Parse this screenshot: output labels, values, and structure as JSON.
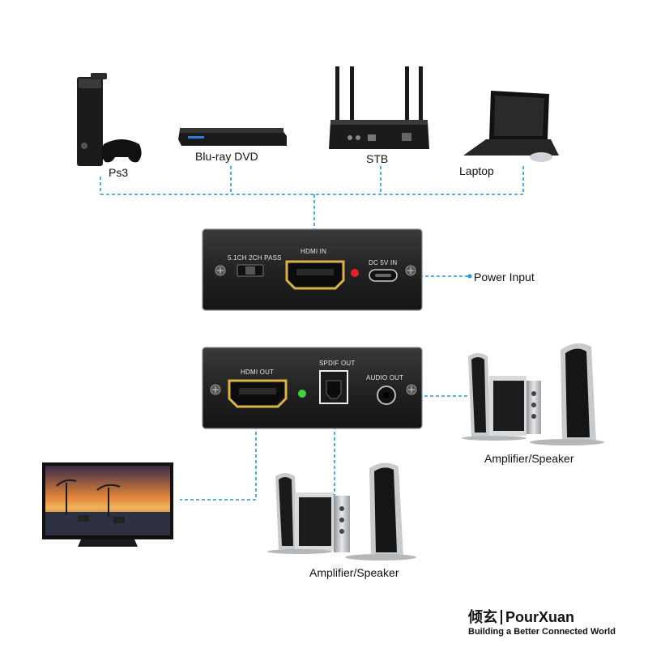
{
  "sources": [
    {
      "name": "ps3",
      "label": "Ps3"
    },
    {
      "name": "bluray",
      "label": "Blu-ray DVD"
    },
    {
      "name": "stb",
      "label": "STB"
    },
    {
      "name": "laptop",
      "label": "Laptop"
    }
  ],
  "input_panel": {
    "switch_label": "5.1CH 2CH PASS",
    "hdmi_in_label": "HDMI IN",
    "dc_label": "DC 5V IN",
    "power_label": "Power Input"
  },
  "output_panel": {
    "hdmi_out_label": "HDMI OUT",
    "spdif_label": "SPDIF OUT",
    "audio_out_label": "AUDIO OUT"
  },
  "outputs": {
    "speaker_right_label": "Amplifier/Speaker",
    "speaker_bottom_label": "Amplifier/Speaker"
  },
  "brand": {
    "chinese": "倾玄",
    "name": "PourXuan",
    "tagline": "Building a Better Connected World"
  },
  "colors": {
    "connector_line": "#1f9ad6",
    "panel": "#2a2a2a",
    "hdmi_gold": "#d9b24a",
    "led_red": "#e0262b",
    "led_green": "#3fd23f"
  }
}
